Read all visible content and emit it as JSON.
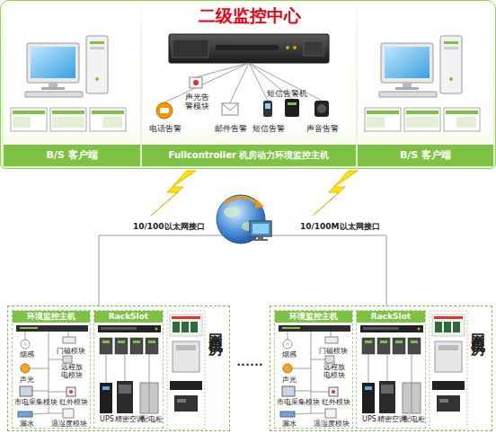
{
  "diagram": {
    "nodes": [
      {
        "text": [
          "二级监控中心"
        ]
      },
      {
        "text": [
          "B/S 客户端"
        ],
        "in": 0
      },
      {
        "text": [
          "Fullcontroller 机房动力环境监控主机"
        ],
        "in": 0
      },
      {
        "text": [
          "B/S 客户端"
        ],
        "in": 0
      },
      {
        "text": [
          "网点机房"
        ]
      },
      {
        "text": [
          "环境监控主机"
        ],
        "in": 4
      },
      {
        "text": [
          "RackSlot"
        ],
        "in": 4
      },
      {
        "text": [
          "网点机房"
        ]
      },
      {
        "text": [
          "环境监控主机"
        ],
        "in": 7
      },
      {
        "text": [
          "RackSlot"
        ],
        "in": 7
      }
    ],
    "labels": [
      "电话告警",
      "声光告警模块",
      "邮件告警",
      "短信告警",
      "短信告警机",
      "声音告警",
      "10/100以太网接口",
      "10/100M以太网接口",
      "烟感",
      "门磁模块",
      "声光",
      "远程放电模块",
      "市电采集模块",
      "红外模块",
      "漏水",
      "温湿度模块",
      "UPS",
      "精密空调",
      "配电柜",
      "......",
      "烟感",
      "门磁模块",
      "声光",
      "远程放电模块",
      "市电采集模块",
      "红外模块",
      "漏水",
      "温湿度模块",
      "UPS",
      "精密空调",
      "配电柜"
    ]
  }
}
